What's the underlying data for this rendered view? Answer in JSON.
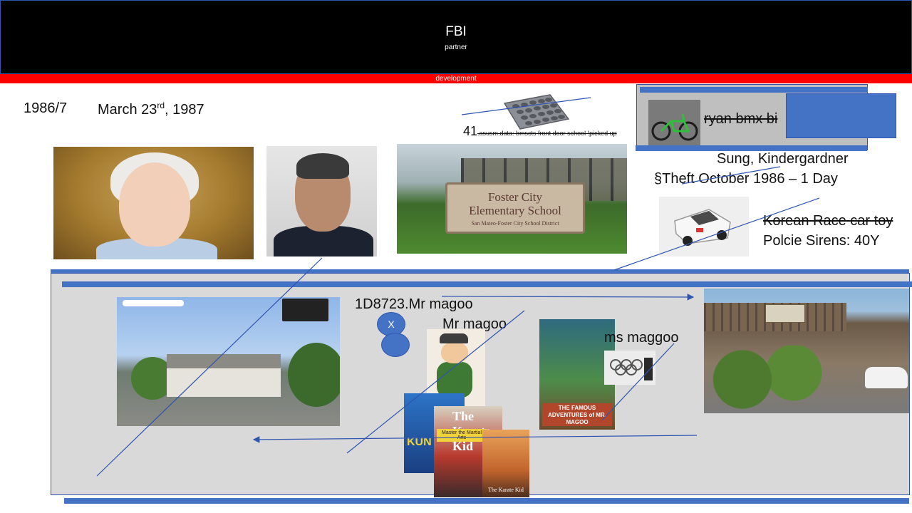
{
  "header": {
    "title": "FBI",
    "subtitle": "partner",
    "banner": "development"
  },
  "dates": {
    "year_month": "1986/7",
    "date_prefix": "March 23",
    "date_sup": "rd",
    "date_suffix": ", 1987"
  },
  "note_41": {
    "number": "41",
    "detail": ".asusm.data: bmscts front door school !picked up"
  },
  "right_box": {
    "bmx_text": "ryan bmx bi"
  },
  "sung": {
    "name": "Sung, Kindergardner",
    "theft": "§Theft October 1986 – 1 Day"
  },
  "toy": {
    "korean": "Korean Race car toy",
    "sirens": "Polcie Sirens: 40Y"
  },
  "school_sign": {
    "line1": "Foster City",
    "line2": "Elementary School",
    "district": "San Mateo-Foster City School District"
  },
  "magoo": {
    "label1": "1D8723.Mr magoo",
    "label2": "Mr magoo",
    "label3": "ms maggoo",
    "circle_label": "X",
    "book_title": "THE FAMOUS ADVENTURES of MR. MAGOO"
  },
  "karate": {
    "kun": "KUN",
    "title": "The Karate Kid",
    "tagline": "Master the Martial Arts",
    "small_title": "The Karate Kid"
  },
  "colors": {
    "accent_blue": "#4472c4",
    "banner_red": "#ff0000",
    "header_black": "#000000"
  }
}
